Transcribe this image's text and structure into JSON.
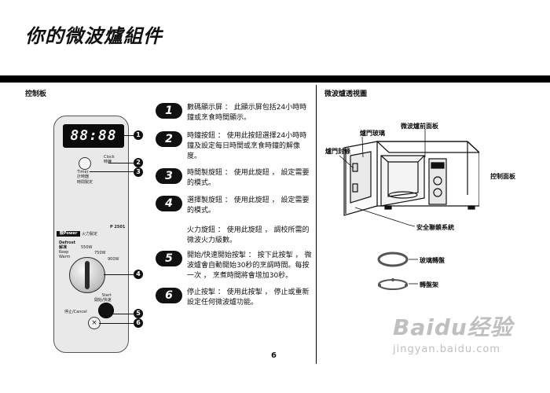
{
  "page": {
    "title": "你的微波爐組件",
    "page_number": "6"
  },
  "left_section": {
    "label": "控制板",
    "panel": {
      "display": "88:88",
      "clock_label": "Clock\n時鐘",
      "timer_label": "Timer\n計時器",
      "timer_label_zh": "時間製定",
      "power_label": "P 2501",
      "power_bar": "微Power",
      "power_bar_zh": "火力製定",
      "defrost_label": "Defrost\n解凍",
      "keep_warm_label": "Keep\nWarm",
      "level_550": "550W",
      "level_750": "750W",
      "level_900": "900W",
      "start_label": "Start\n開始/快速",
      "stop_label": "停止/Cancel"
    },
    "callouts": [
      "1",
      "2",
      "3",
      "4",
      "5",
      "6"
    ]
  },
  "descriptions": [
    {
      "num": "1",
      "text": "數碼顯示屏 ： 此顯示屏包括24小時時鐘或烹食時間顯示。"
    },
    {
      "num": "2",
      "text": "時鐘按鈕 ： 使用此按鈕選擇24小時時鐘及設定每日時間或烹食時鐘的解像度。"
    },
    {
      "num": "3",
      "text": "時間製旋鈕 ： 使用此旋鈕 ， 設定需要的模式。"
    },
    {
      "num": "4",
      "text": "選擇製旋鈕 ： 使用此旋鈕 ， 設定需要的模式。"
    },
    {
      "num": "",
      "text": "火力旋鈕 ： 使用此旋鈕 ， 調校所需的微波火力級數。"
    },
    {
      "num": "5",
      "text": "開始/快速開始按掣 ： 按下此按掣 ， 微波爐會自動開始30秒的烹調時間。每按一次 ， 烹煮時間將會增加30秒。"
    },
    {
      "num": "6",
      "text": "停止按掣 ： 使用此按掣 ， 停止或重新設定任何微波爐功能。"
    }
  ],
  "right_section": {
    "label": "微波爐透視圖",
    "labels": {
      "door_glass": "爐門玻璃",
      "front_panel": "微波爐前面板",
      "door_seal": "爐門封條",
      "control_panel": "控制面板",
      "safety_lock": "安全聯鎖系統",
      "glass_tray": "玻璃轉盤",
      "roller_ring": "轉盤架"
    }
  },
  "watermark": {
    "brand": "Baidu经验",
    "url": "jingyan.baidu.com"
  }
}
